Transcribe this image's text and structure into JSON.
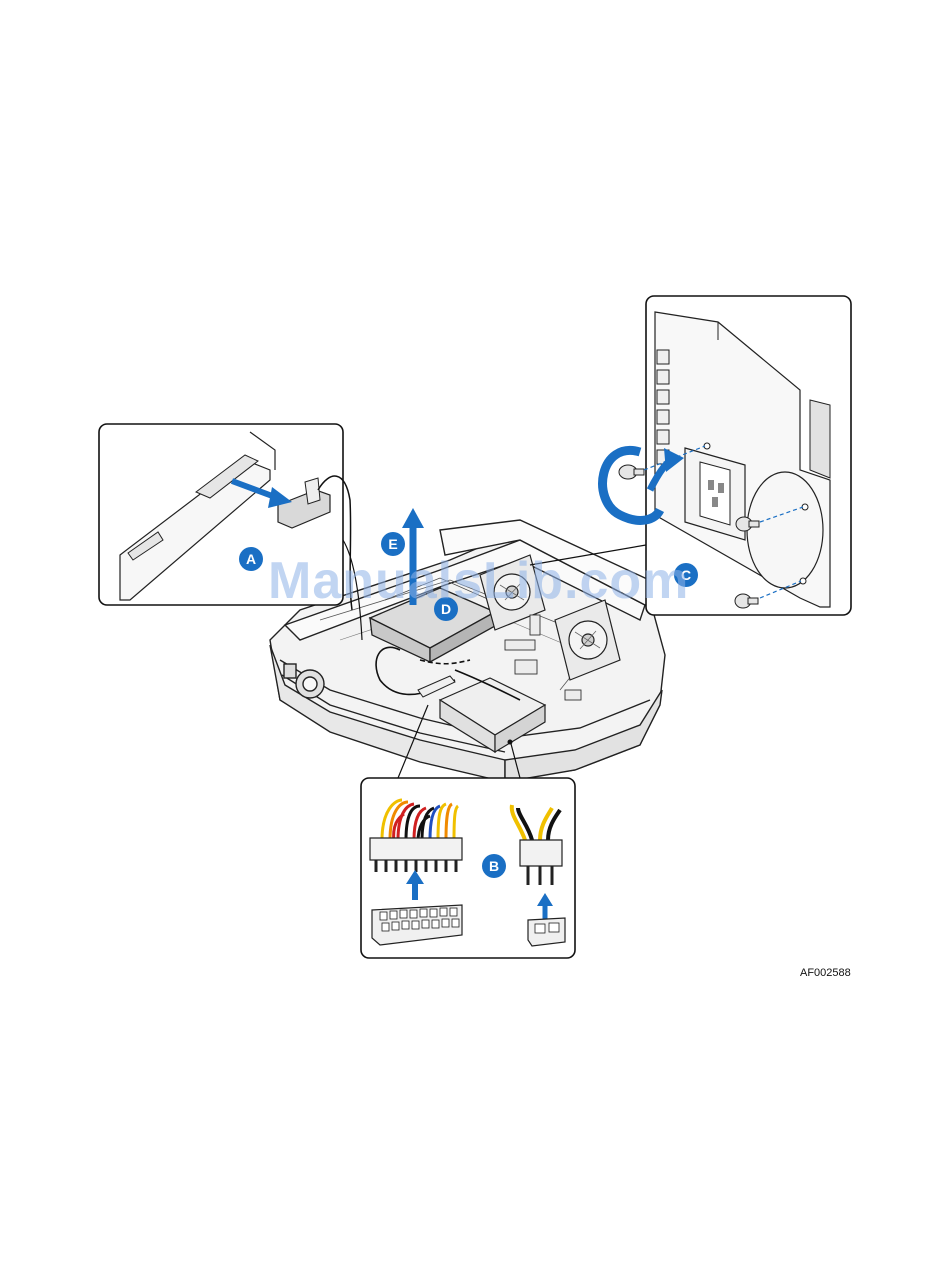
{
  "figure_code": "AF002588",
  "watermark": "ManualsLib.com",
  "callouts": {
    "a": "A",
    "b": "B",
    "c": "C",
    "d": "D",
    "e": "E"
  },
  "colors": {
    "callout_blue": "#1a6fc4",
    "arrow_blue": "#1a6fc4",
    "chassis_line": "#222222",
    "chassis_fill": "#f2f2f2",
    "cable_red": "#d02020",
    "cable_yellow": "#f0c000",
    "cable_orange": "#f08a00",
    "cable_blue": "#2050c0",
    "cable_black": "#111111"
  },
  "icons": {
    "main": "server-chassis-icon",
    "power_supply": "power-supply-icon",
    "fan": "fan-icon",
    "rotation_arrow": "counterclockwise-arrow-icon",
    "screw": "screw-icon"
  }
}
